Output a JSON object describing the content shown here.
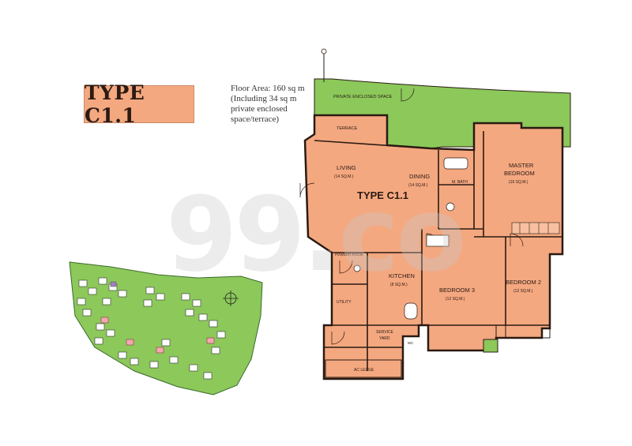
{
  "heading": {
    "type_label": "TYPE C1.1"
  },
  "floor_area": {
    "line1": "Floor Area: 160 sq m",
    "line2": "(Including 34 sq m",
    "line3": "private enclosed",
    "line4": "space/terrace)"
  },
  "watermark": "99.co",
  "plan": {
    "unit_label": "TYPE C1.1",
    "rooms": {
      "private_space": "PRIVATE ENCLOSED SPACE",
      "terrace": "TERRACE",
      "living": "LIVING",
      "living_size": "(14 SQ.M.)",
      "dining": "DINING",
      "dining_size": "(14 SQ.M.)",
      "m_bath": "M. BATH",
      "master_1": "MASTER",
      "master_2": "BEDROOM",
      "master_size": "(16 SQ.M.)",
      "powder": "POWDER ROOM",
      "kitchen": "KITCHEN",
      "kitchen_size": "(8 SQ.M.)",
      "bedroom3": "BEDROOM 3",
      "bedroom3_size": "(12 SQ.M.)",
      "bedroom2": "BEDROOM 2",
      "bedroom2_size": "(12 SQ.M.)",
      "utility": "UTILITY",
      "service_1": "SERVICE",
      "service_2": "YARD",
      "ac_ledge": "AC LEDGE",
      "wc": "WC"
    }
  },
  "colors": {
    "room": "#f4a880",
    "garden": "#8cc85a",
    "wall": "#2a1a12",
    "site_green": "#8cc85a"
  }
}
